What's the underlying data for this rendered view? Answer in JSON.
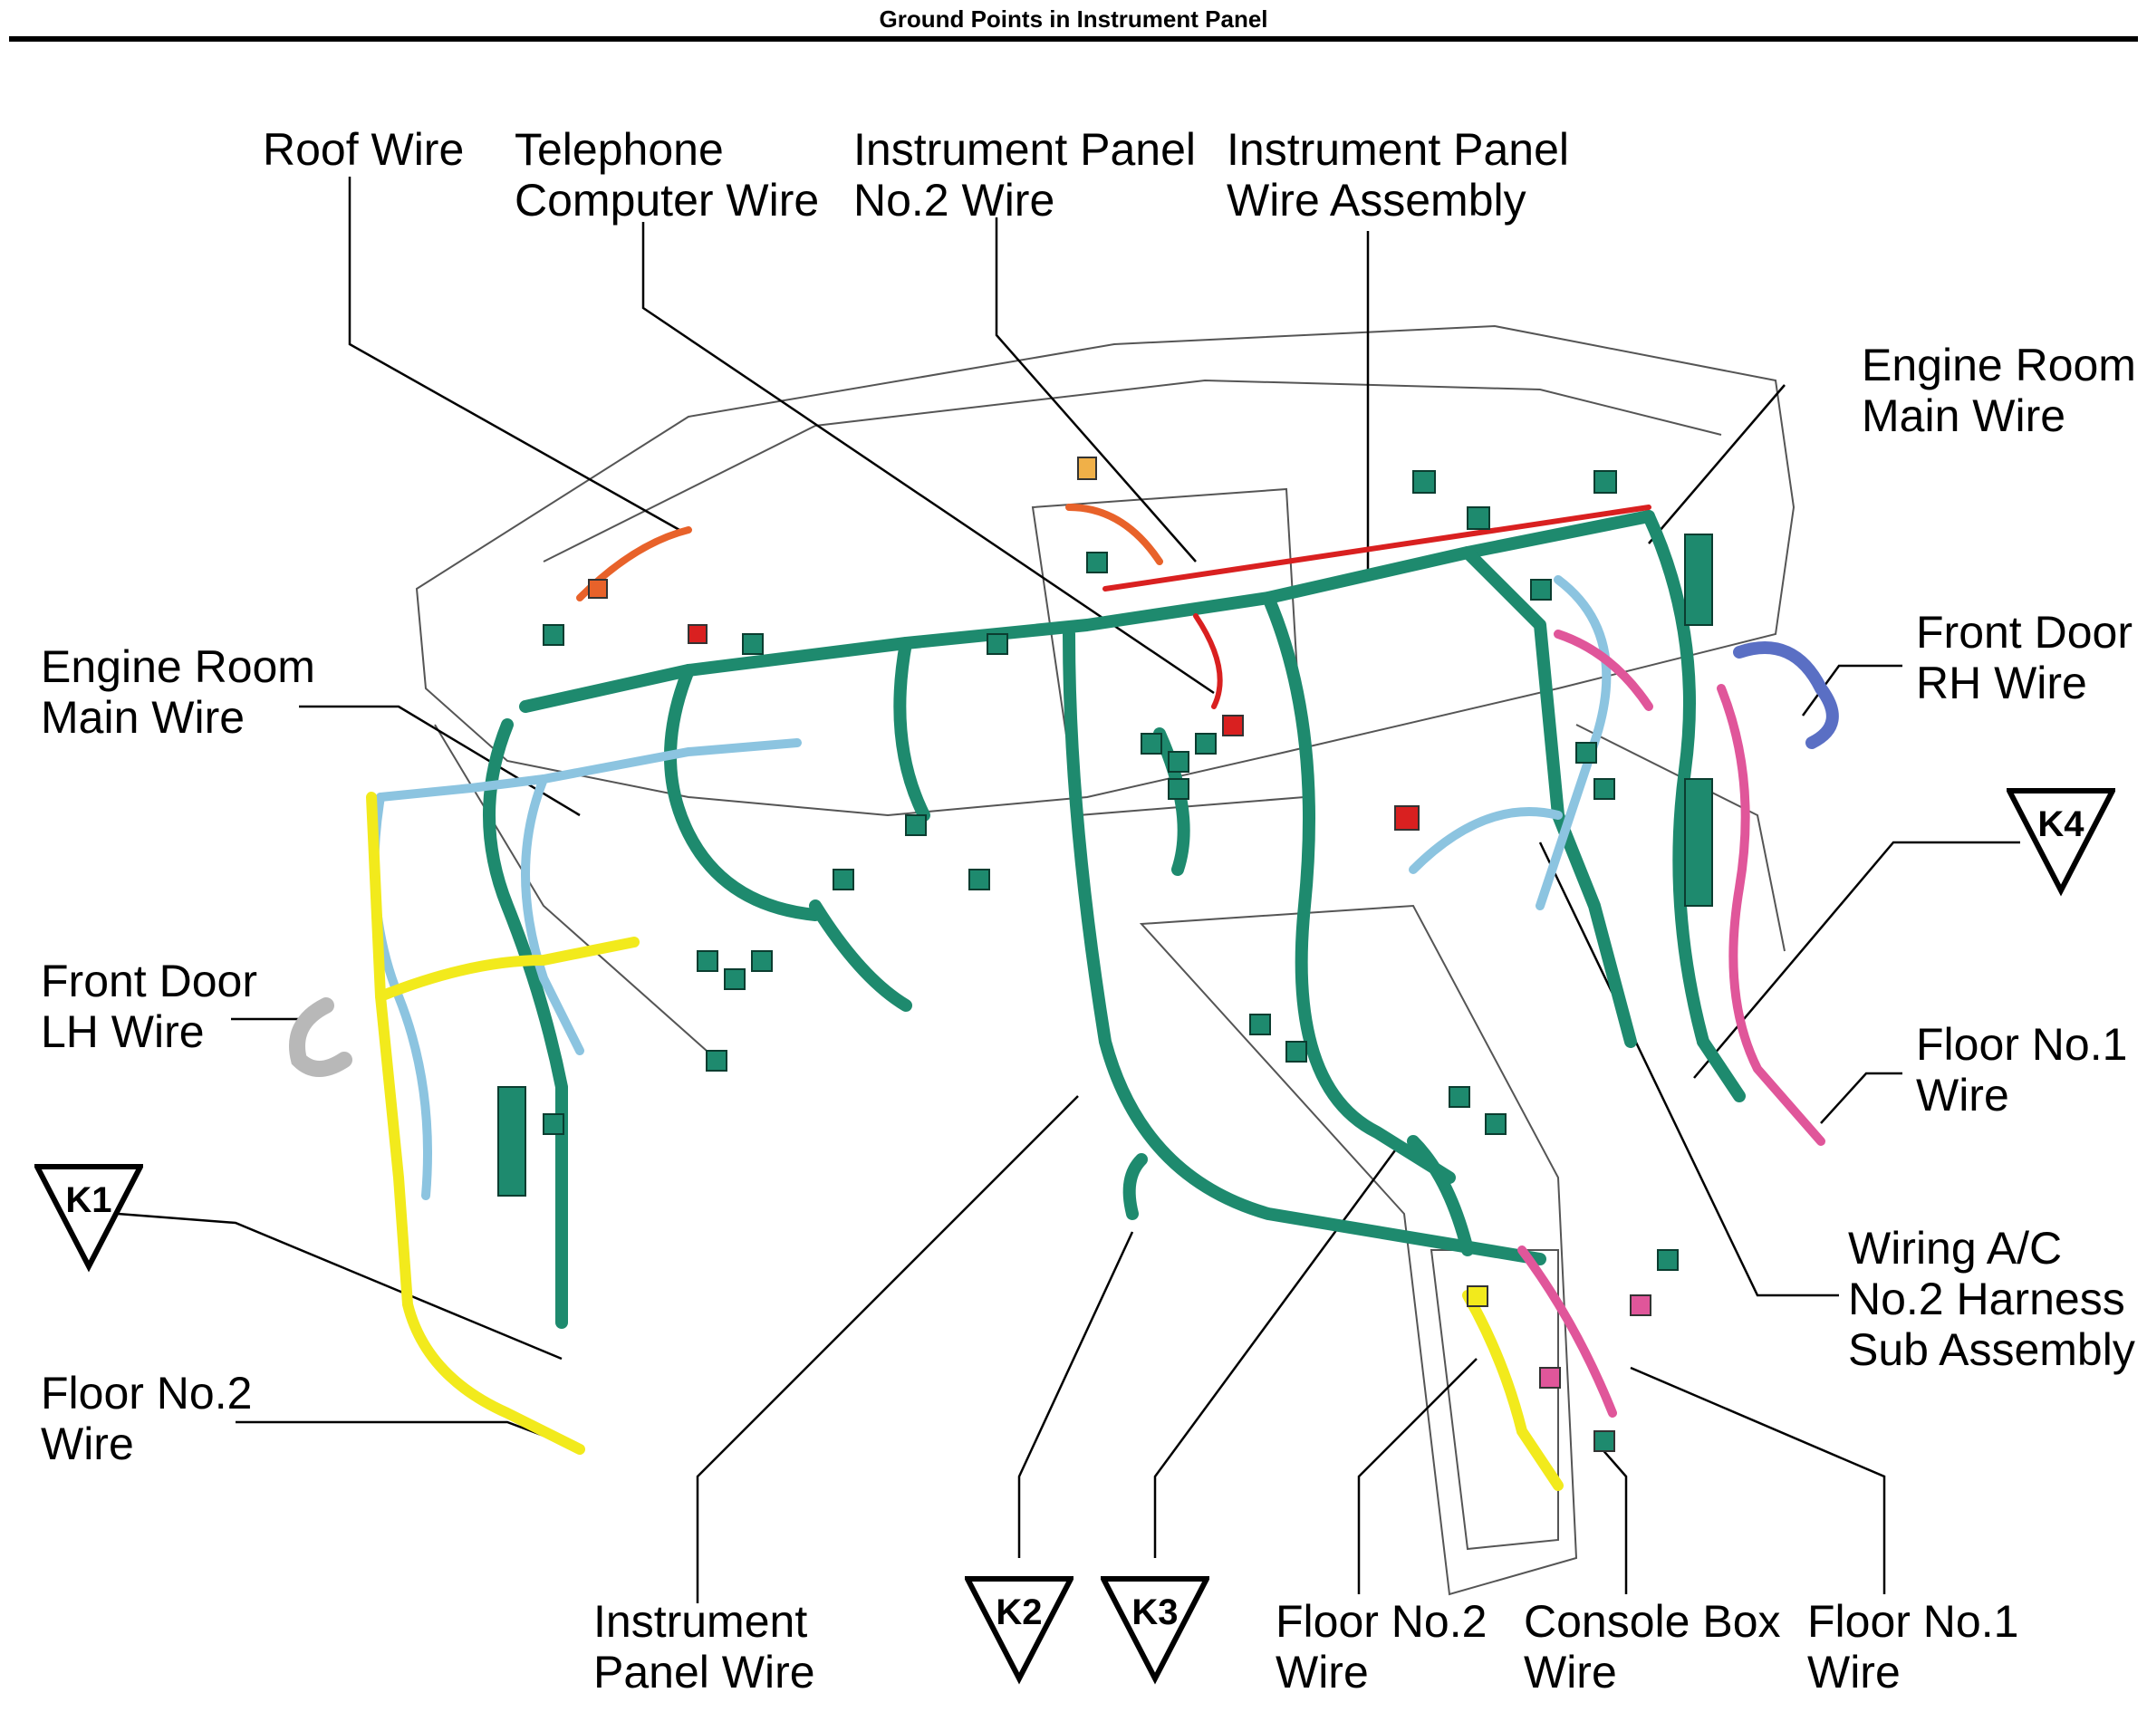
{
  "title": "Ground Points in Instrument Panel",
  "labels": {
    "roof_wire": [
      "Roof Wire"
    ],
    "telephone_computer_wire": [
      "Telephone",
      "Computer Wire"
    ],
    "ip_no2_wire": [
      "Instrument Panel",
      "No.2 Wire"
    ],
    "ip_wire_assembly": [
      "Instrument Panel",
      "Wire Assembly"
    ],
    "engine_room_main_wire_right": [
      "Engine Room",
      "Main Wire"
    ],
    "front_door_rh_wire": [
      "Front Door",
      "RH Wire"
    ],
    "engine_room_main_wire_left": [
      "Engine Room",
      "Main Wire"
    ],
    "front_door_lh_wire": [
      "Front Door",
      "LH Wire"
    ],
    "floor_no1_wire_right": [
      "Floor No.1",
      "Wire"
    ],
    "wiring_ac_no2": [
      "Wiring A/C",
      "No.2 Harness",
      "Sub Assembly"
    ],
    "floor_no2_wire_left": [
      "Floor No.2",
      "Wire"
    ],
    "instrument_panel_wire": [
      "Instrument",
      "Panel Wire"
    ],
    "floor_no2_wire_bottom": [
      "Floor No.2",
      "Wire"
    ],
    "console_box_wire": [
      "Console Box",
      "Wire"
    ],
    "floor_no1_wire_bottom": [
      "Floor No.1",
      "Wire"
    ]
  },
  "ground_points": {
    "k1": "K1",
    "k2": "K2",
    "k3": "K3",
    "k4": "K4"
  },
  "colors": {
    "harness_main": "#1e8a6e",
    "harness_light_blue": "#8cc4e0",
    "harness_yellow": "#f2ea1c",
    "harness_pink": "#e0569a",
    "harness_red": "#d92020",
    "harness_orange": "#e8622a",
    "harness_blue_grey": "#5a6fc4",
    "harness_grey": "#b8b8b8",
    "outline": "#555555"
  }
}
